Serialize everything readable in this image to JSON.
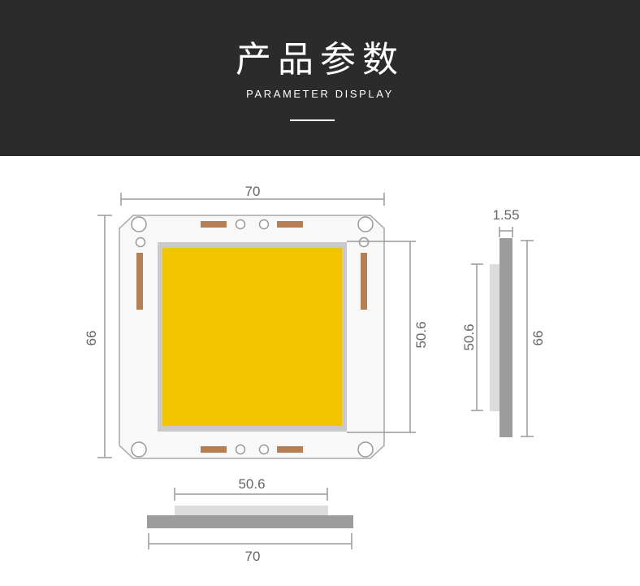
{
  "header": {
    "title": "产品参数",
    "subtitle": "PARAMETER DISPLAY"
  },
  "colors": {
    "header_bg": "#2b2b2b",
    "board": "#f8f8f8",
    "board_outline": "#a8a8a8",
    "emitter": "#f2c400",
    "emitter_frame": "#c9c9c9",
    "pad": "#b57e55",
    "dimension_line": "#999999",
    "side_base": "#9c9c9c",
    "side_emitter": "#dcdcdc"
  },
  "front_view": {
    "width_label": "70",
    "height_label": "66",
    "emitter_height_label": "50.6"
  },
  "side_view": {
    "thickness_label": "1.55",
    "emitter_height_label": "50.6",
    "height_label": "66"
  },
  "bottom_view": {
    "emitter_width_label": "50.6",
    "width_label": "70"
  }
}
